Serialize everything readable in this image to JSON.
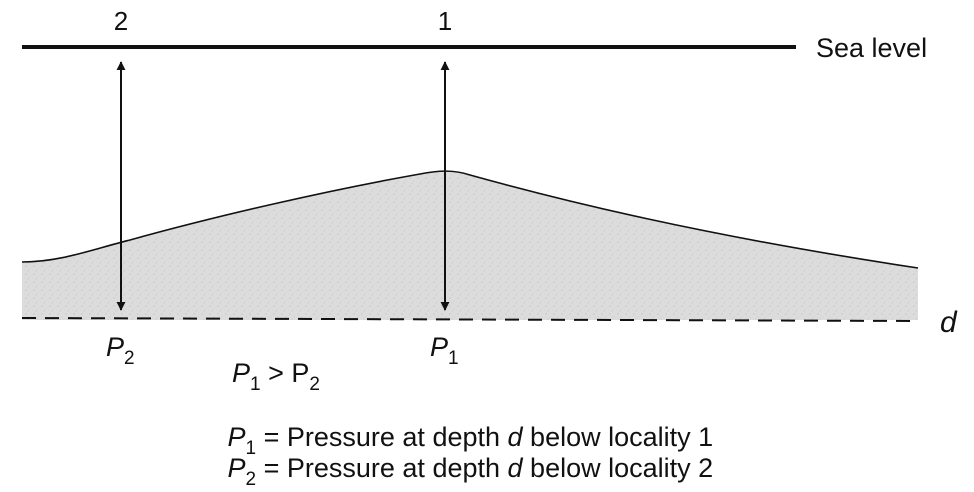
{
  "locality_labels": {
    "left": "2",
    "right": "1"
  },
  "sea_level_label": "Sea level",
  "depth_label": "d",
  "pressure_labels": {
    "p2": {
      "symbol": "P",
      "subscript": "2"
    },
    "p1": {
      "symbol": "P",
      "subscript": "1"
    }
  },
  "inequality": {
    "lhs_symbol": "P",
    "lhs_sub": "1",
    "op": " > ",
    "rhs_symbol": "P",
    "rhs_sub": "2"
  },
  "legend": [
    {
      "symbol": "P",
      "subscript": "1",
      "text_before": " = Pressure at depth ",
      "var": "d",
      "text_after": " below locality 1"
    },
    {
      "symbol": "P",
      "subscript": "2",
      "text_before": " = Pressure at depth ",
      "var": "d",
      "text_after": " below locality 2"
    }
  ],
  "colors": {
    "ink": "#111111",
    "rock_fill": "#dcdcdc",
    "background": "#ffffff"
  }
}
